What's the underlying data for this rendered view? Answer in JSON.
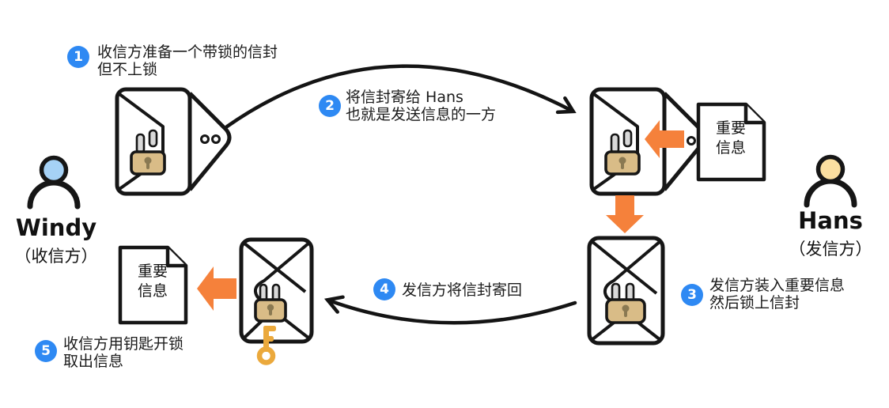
{
  "diagram_title": "",
  "steps": [
    {
      "num": "1",
      "line1": "收信方准备一个带锁的信封",
      "line2": "但不上锁"
    },
    {
      "num": "2",
      "line1": "将信封寄给 Hans",
      "line2": "也就是发送信息的一方"
    },
    {
      "num": "3",
      "line1": "发信方装入重要信息",
      "line2": "然后锁上信封"
    },
    {
      "num": "4",
      "line1": "发信方将信封寄回",
      "line2": ""
    },
    {
      "num": "5",
      "line1": "收信方用钥匙开锁",
      "line2": "取出信息"
    }
  ],
  "actors": {
    "receiver": {
      "name": "Windy",
      "role": "（收信方）"
    },
    "sender": {
      "name": "Hans",
      "role": "（发信方）"
    }
  },
  "documents": [
    {
      "line1": "重要",
      "line2": "信息"
    },
    {
      "line1": "重要",
      "line2": "信息"
    }
  ],
  "colors": {
    "badge_blue": "#2E89F3",
    "arrow_orange": "#F5813B",
    "lock_tan": "#D9BC87",
    "keyhole_brown": "#8A7952",
    "shackle_gray": "#D9D9D9",
    "key_gold": "#EBA93C",
    "windy_head_blue": "#A6D2F6",
    "hans_head_yellow": "#FBDFA0",
    "outline_black": "#161616"
  }
}
